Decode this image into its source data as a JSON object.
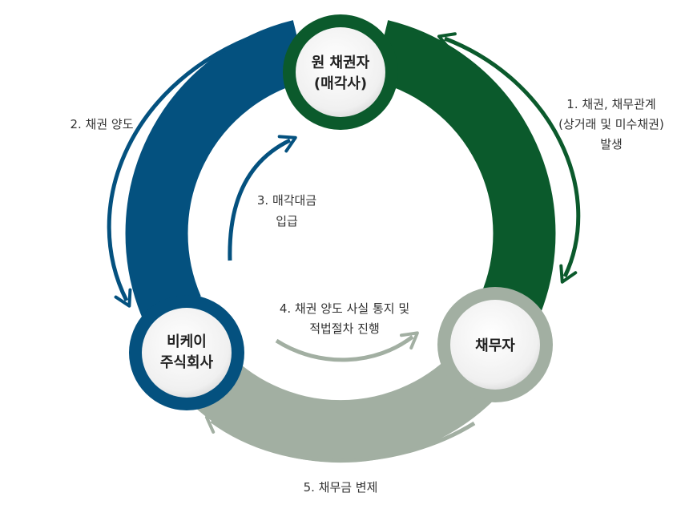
{
  "nodes": {
    "top": {
      "line1": "원 채권자",
      "line2": "(매각사)"
    },
    "left": {
      "line1": "비케이",
      "line2": "주식회사"
    },
    "right": {
      "line1": "채무자"
    }
  },
  "steps": {
    "s1": {
      "line1": "1. 채권, 채무관계",
      "line2": "(상거래 및 미수채권)",
      "line3": "발생"
    },
    "s2": {
      "line1": "2. 채권 양도"
    },
    "s3": {
      "line1": "3. 매각대금",
      "line2": "입급"
    },
    "s4": {
      "line1": "4. 채권 양도 사실 통지 및",
      "line2": "적법절차 진행"
    },
    "s5": {
      "line1": "5. 채무금 변제"
    }
  },
  "colors": {
    "green": "#0b5a2c",
    "blue": "#04517f",
    "gray": "#a2afa2",
    "node_fill": "#f1f1f1"
  }
}
